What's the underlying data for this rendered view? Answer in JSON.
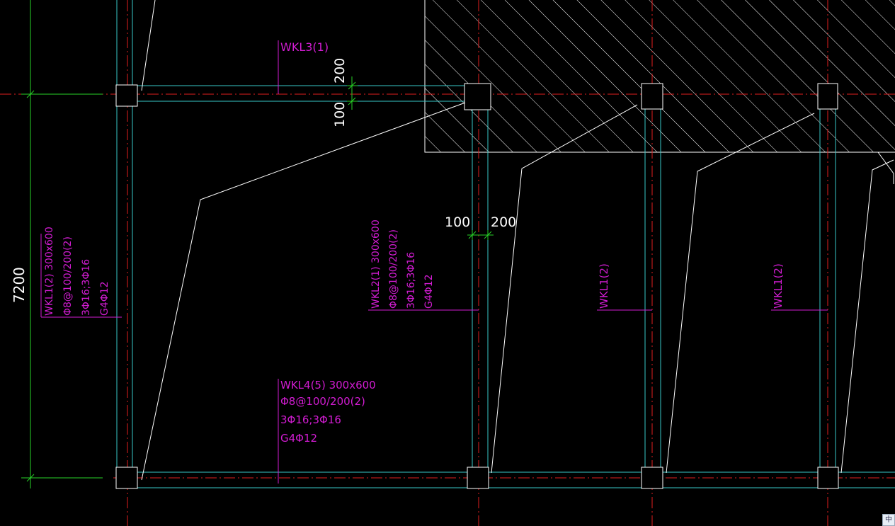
{
  "app": {
    "name": "CAD drawing viewport"
  },
  "colors": {
    "background": "#000000",
    "beam_edge": "#38c8c8",
    "axis_red": "#e01e1e",
    "dimension_green": "#28d228",
    "annotation_magenta": "#d21cd2",
    "white": "#ffffff"
  },
  "dimensions": {
    "overall_vertical": "7200",
    "top_upper": "200",
    "top_lower": "100",
    "mid_left": "100",
    "mid_right": "200"
  },
  "labels": {
    "wkl3": "WKL3(1)",
    "wkl1_left": {
      "line1": "WKL1(2) 300x600",
      "line2": "Φ8@100/200(2)",
      "line3": "3Φ16;3Φ16",
      "line4": "G4Φ12"
    },
    "wkl2": {
      "line1": "WKL2(1) 300x600",
      "line2": "Φ8@100/200(2)",
      "line3": "3Φ16;3Φ16",
      "line4": "G4Φ12"
    },
    "wkl1_mid": "WKL1(2)",
    "wkl1_right": "WKL1(2)",
    "wkl4": {
      "line1": "WKL4(5) 300x600",
      "line2": "Φ8@100/200(2)",
      "line3": "3Φ16;3Φ16",
      "line4": "G4Φ12"
    }
  },
  "status": {
    "ime_indicator": "中"
  }
}
